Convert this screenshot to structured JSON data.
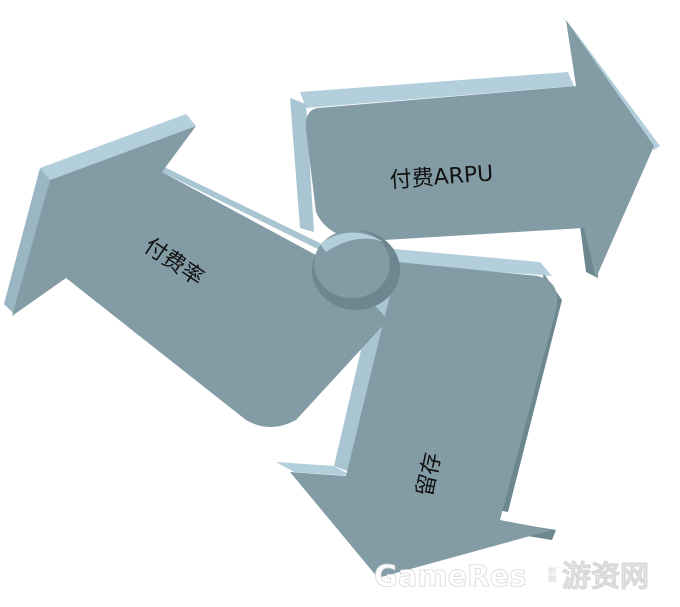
{
  "diagram": {
    "arrows": [
      {
        "id": "retention",
        "label": "留存"
      },
      {
        "id": "arpu",
        "label": "付费ARPU"
      },
      {
        "id": "pay-rate",
        "label": "付费率"
      }
    ]
  },
  "watermark": {
    "brand": "GameRes",
    "small_tag": "游戏",
    "site": "游资网"
  },
  "colors": {
    "face": "#829ba5",
    "side_light": "#b3cfdb",
    "side_dark": "#6d8791",
    "edge": "#9ab6c2",
    "watermark": "#ffffff"
  }
}
